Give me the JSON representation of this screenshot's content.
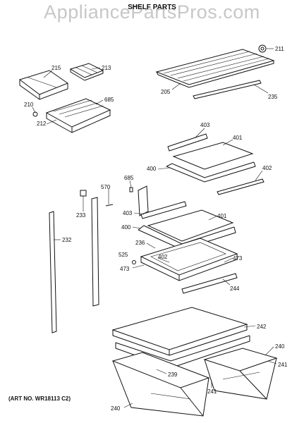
{
  "watermark": "AppliancePartsPros.com",
  "title": "SHELF PARTS",
  "art_number": "(ART NO. WR18113 C2)",
  "labels": [
    "215",
    "213",
    "685",
    "210",
    "212",
    "211",
    "205",
    "235",
    "403",
    "401",
    "400",
    "402",
    "685",
    "570",
    "233",
    "232",
    "403",
    "401",
    "400",
    "236",
    "525",
    "473",
    "402",
    "473",
    "244",
    "242",
    "240",
    "241",
    "239",
    "241",
    "240"
  ]
}
